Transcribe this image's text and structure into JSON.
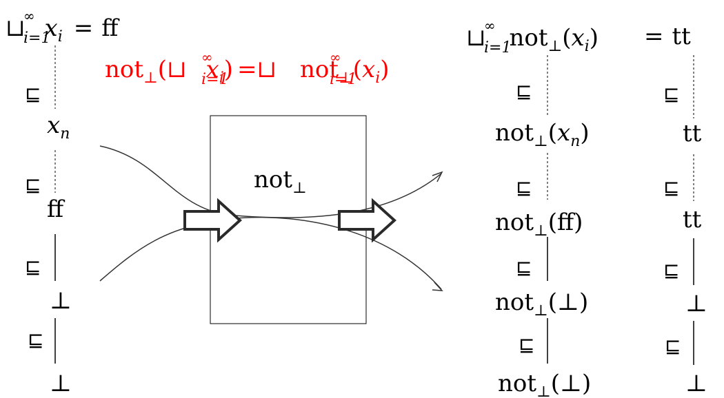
{
  "symbols": {
    "join": "⊔",
    "infinity": "∞",
    "index": "i=1",
    "sqsubseteq": "⊑",
    "bottom": "⊥",
    "equals": "=",
    "var_x": "x",
    "sub_i": "i",
    "sub_n": "n",
    "bottom_sub": "⊥",
    "lparen": "(",
    "rparen": ")"
  },
  "left_chain": {
    "limit_value": "ff",
    "element_n": "x",
    "element_n_sub": "n",
    "element_2": "ff",
    "element_1": "⊥",
    "element_0": "⊥"
  },
  "function_box": {
    "label": "not",
    "label_sub": "⊥"
  },
  "continuity_equation": {
    "lhs_fn": "not",
    "rhs_fn": "not",
    "color": "#ff0000"
  },
  "right_chain": {
    "fn": "not",
    "limit_arg": "x",
    "arg_n": "x",
    "arg_2": "ff",
    "arg_1": "⊥",
    "arg_0": "⊥"
  },
  "value_chain": {
    "limit_value": "tt",
    "element_n": "tt",
    "element_2": "tt",
    "element_1": "⊥",
    "element_0": "⊥"
  }
}
